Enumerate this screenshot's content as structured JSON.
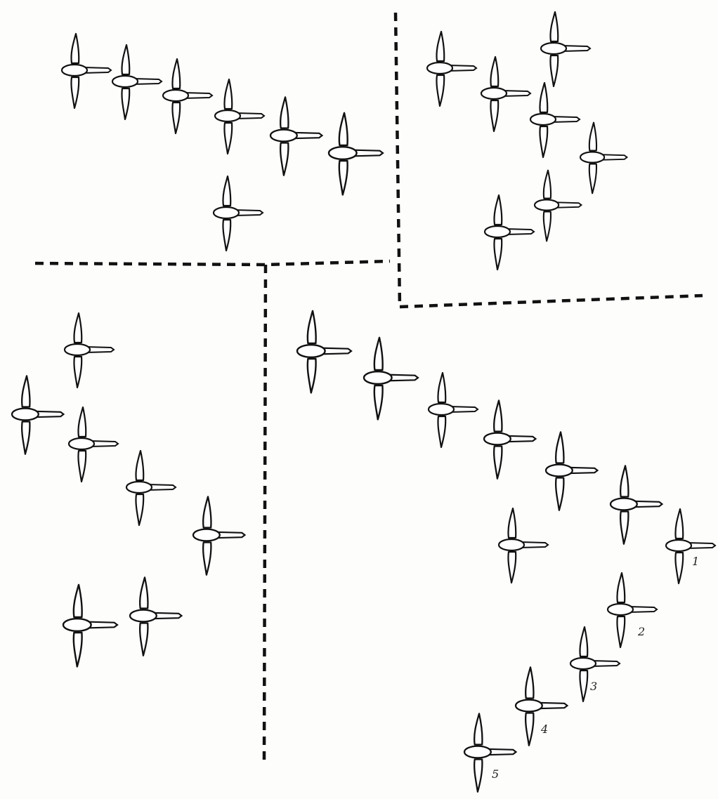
{
  "figure": {
    "group_count": 4,
    "ink_color": "#111111",
    "paper_color": "#fdfdfb",
    "bird_icon": "flying-goose-icon",
    "numbered_birds": [
      {
        "label": "1"
      },
      {
        "label": "2"
      },
      {
        "label": "3"
      },
      {
        "label": "4"
      },
      {
        "label": "5"
      }
    ]
  }
}
